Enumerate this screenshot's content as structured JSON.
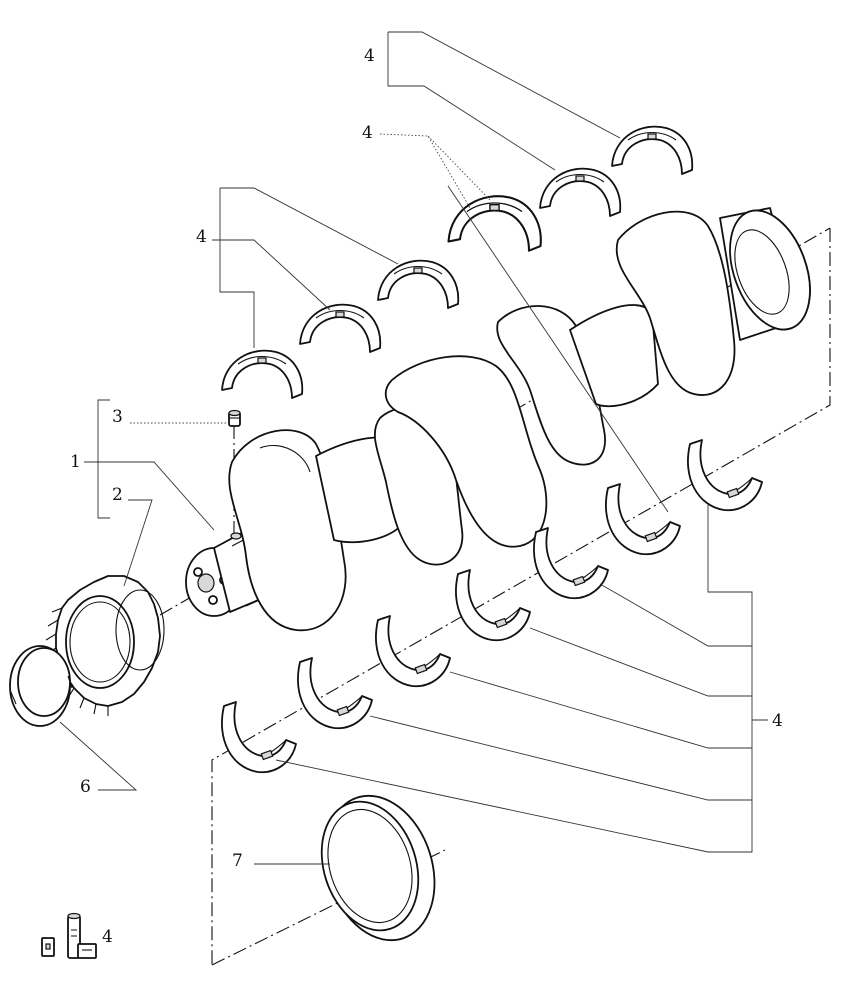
{
  "callouts": {
    "c1": "1",
    "c2": "2",
    "c3": "3",
    "c4_top": "4",
    "c4_upper": "4",
    "c4_left": "4",
    "c4_right": "4",
    "c4_kit": "4",
    "c6": "6",
    "c7": "7"
  }
}
